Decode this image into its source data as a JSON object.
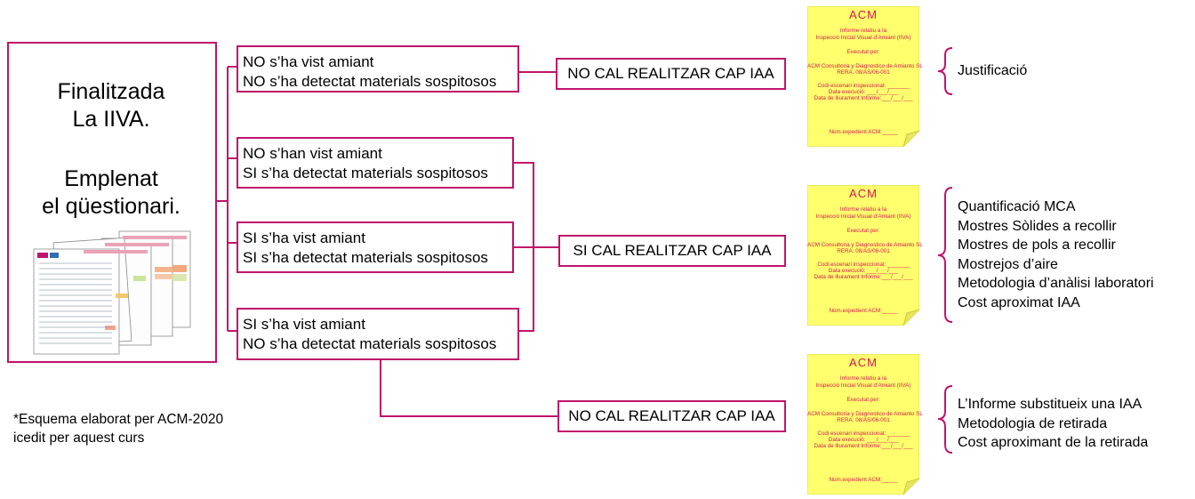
{
  "start": {
    "line1": "Finalitzada",
    "line2": "La IIVA.",
    "line3": "Emplenat",
    "line4": "el qüestionari."
  },
  "conditions": [
    {
      "line1": "NO s’ha vist amiant",
      "line2": "NO s’ha detectat materials sospitosos"
    },
    {
      "line1": "NO s’han vist amiant",
      "line2": "SI s’ha detectat materials sospitosos"
    },
    {
      "line1": "SI s’ha vist amiant",
      "line2": "SI s’ha detectat materials sospitosos"
    },
    {
      "line1": "SI s’ha vist amiant",
      "line2": "NO s’ha detectat materials sospitosos"
    }
  ],
  "results": [
    {
      "label": "NO CAL REALITZAR CAP IAA"
    },
    {
      "label": "SI CAL REALITZAR CAP IAA"
    },
    {
      "label": "NO CAL REALITZAR CAP IAA"
    }
  ],
  "report": {
    "logo": "ACM",
    "title1": "Informe relatiu a la",
    "title2": "Inspecció Inicial Visual d’Amiant (IIVA)",
    "executed_by": "Executat per:",
    "company": "ACM Consultoria y Diagnostico de Amianto SL",
    "rera": "RERA: 08/AS/06-001",
    "inspector_code": "Codi escenari inspeccionat: _______",
    "execution_date": "Data execució: ___/___/___",
    "delivery_date": "Data de lliurament Informe:___/___/___",
    "file_number": "Núm.expedient ACM:_____"
  },
  "outcomes": [
    {
      "items": [
        "Justificació"
      ]
    },
    {
      "items": [
        "Quantificació MCA",
        "Mostres Sòlides a recollir",
        "Mostres de pols a recollir",
        "Mostrejos d’aire",
        "Metodologia d’anàlisi laboratori",
        "Cost aproximat IAA"
      ]
    },
    {
      "items": [
        "L’Informe substitueix una IAA",
        "Metodologia de retirada",
        "Cost aproximant de la retirada"
      ]
    }
  ],
  "footnote": {
    "line1": "*Esquema elaborat per ACM-2020",
    "line2": "icedit per aquest curs"
  },
  "colors": {
    "border": "#c0136b",
    "report_bg": "#ffff6e",
    "report_text": "#d3174f"
  }
}
